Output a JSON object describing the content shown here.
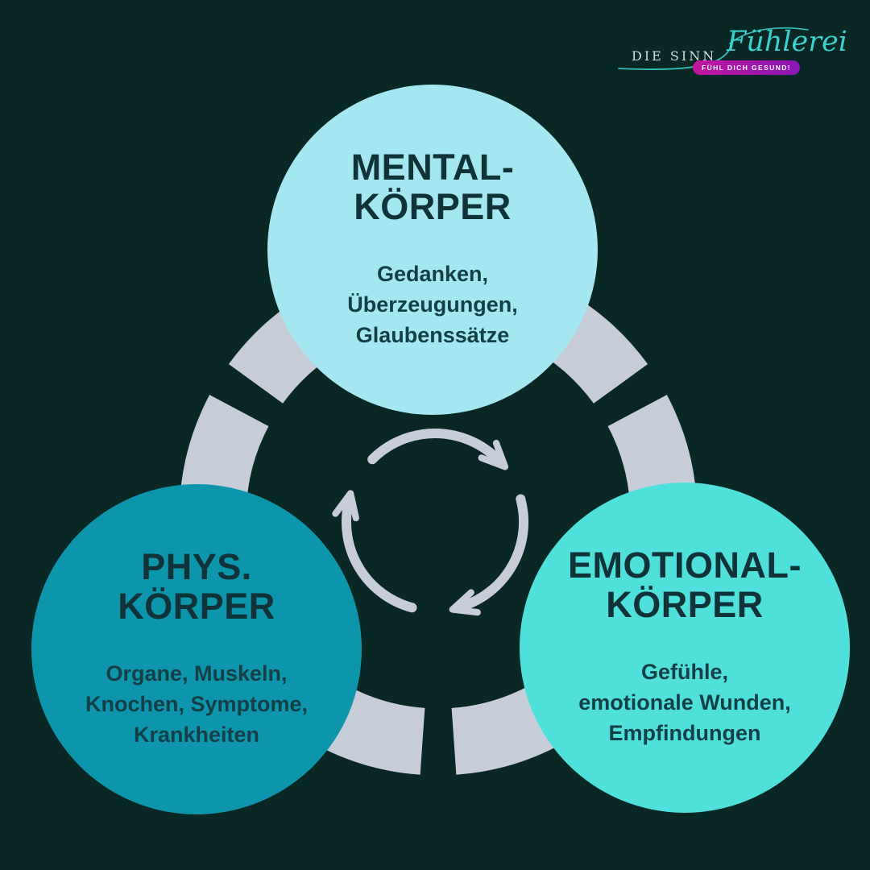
{
  "background_color": "#082725",
  "logo": {
    "brand_prefix": "DIE SINN",
    "brand_script": "Fühlerei",
    "tagline": "FÜHL DICH GESUND!",
    "script_color": "#3ad1cd",
    "prefix_color": "#cfdfe2",
    "badge_color_from": "#c0169e",
    "badge_color_to": "#8a17b5"
  },
  "diagram": {
    "type": "cycle",
    "ring_color": "#c6cdd9",
    "arrow_color": "#c6cdd9",
    "title_color": "#0f3338",
    "body_color": "#143f46",
    "nodes": [
      {
        "id": "mental-koerper",
        "title_line1": "MENTAL-",
        "title_line2": "KÖRPER",
        "body_lines": [
          "Gedanken,",
          "Überzeugungen,",
          "Glaubenssätze"
        ],
        "fill": "#a5e7f0"
      },
      {
        "id": "phys-koerper",
        "title_line1": "PHYS.",
        "title_line2": "KÖRPER",
        "body_lines": [
          "Organe, Muskeln,",
          "Knochen, Symptome,",
          "Krankheiten"
        ],
        "fill": "#0d96ab"
      },
      {
        "id": "emotional-koerper",
        "title_line1": "EMOTIONAL-",
        "title_line2": "KÖRPER",
        "body_lines": [
          "Gefühle,",
          "emotionale Wunden,",
          "Empfindungen"
        ],
        "fill": "#50e0dc"
      }
    ]
  }
}
